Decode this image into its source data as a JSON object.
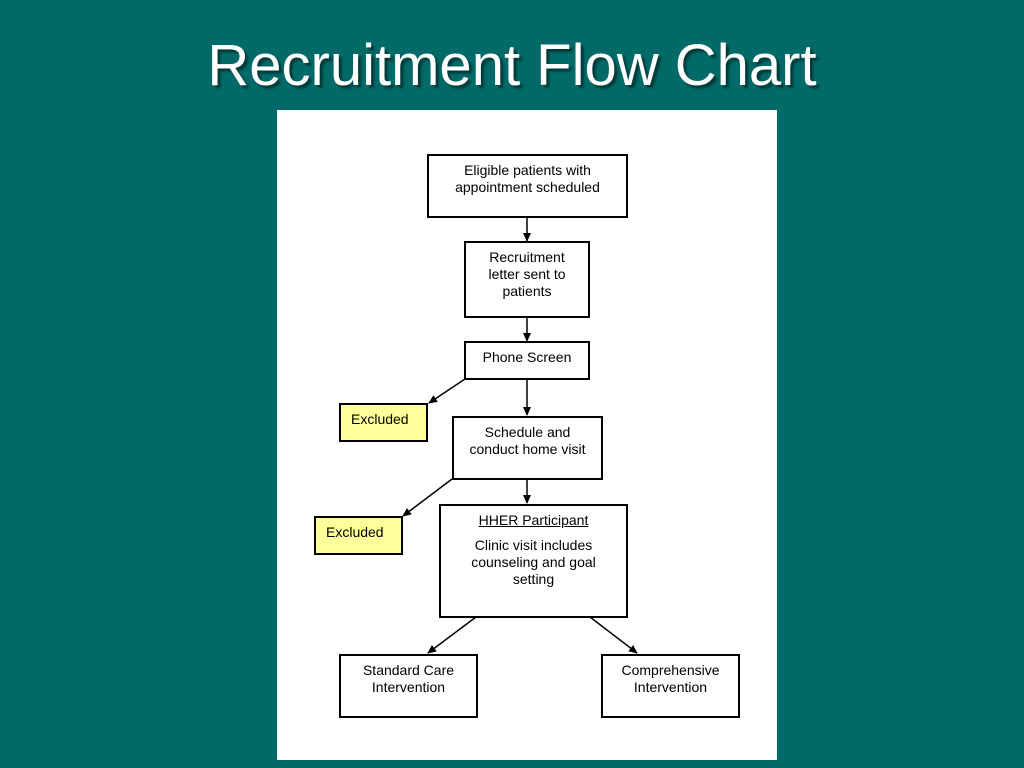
{
  "slide": {
    "title": "Recruitment Flow Chart"
  },
  "flowchart": {
    "eligible": [
      "Eligible patients with",
      "appointment scheduled"
    ],
    "letter": [
      "Recruitment",
      "letter sent to",
      "patients"
    ],
    "phone_screen": "Phone Screen",
    "excluded_1": "Excluded",
    "home_visit": [
      "Schedule and",
      "conduct home visit"
    ],
    "excluded_2": "Excluded",
    "participant": {
      "heading": "HHER Participant",
      "body": [
        "Clinic visit includes",
        "counseling and goal",
        "setting"
      ]
    },
    "standard": [
      "Standard Care",
      "Intervention"
    ],
    "comprehensive": [
      "Comprehensive",
      "Intervention"
    ]
  },
  "colors": {
    "background": "#006a68",
    "excluded_fill": "#ffff99"
  }
}
